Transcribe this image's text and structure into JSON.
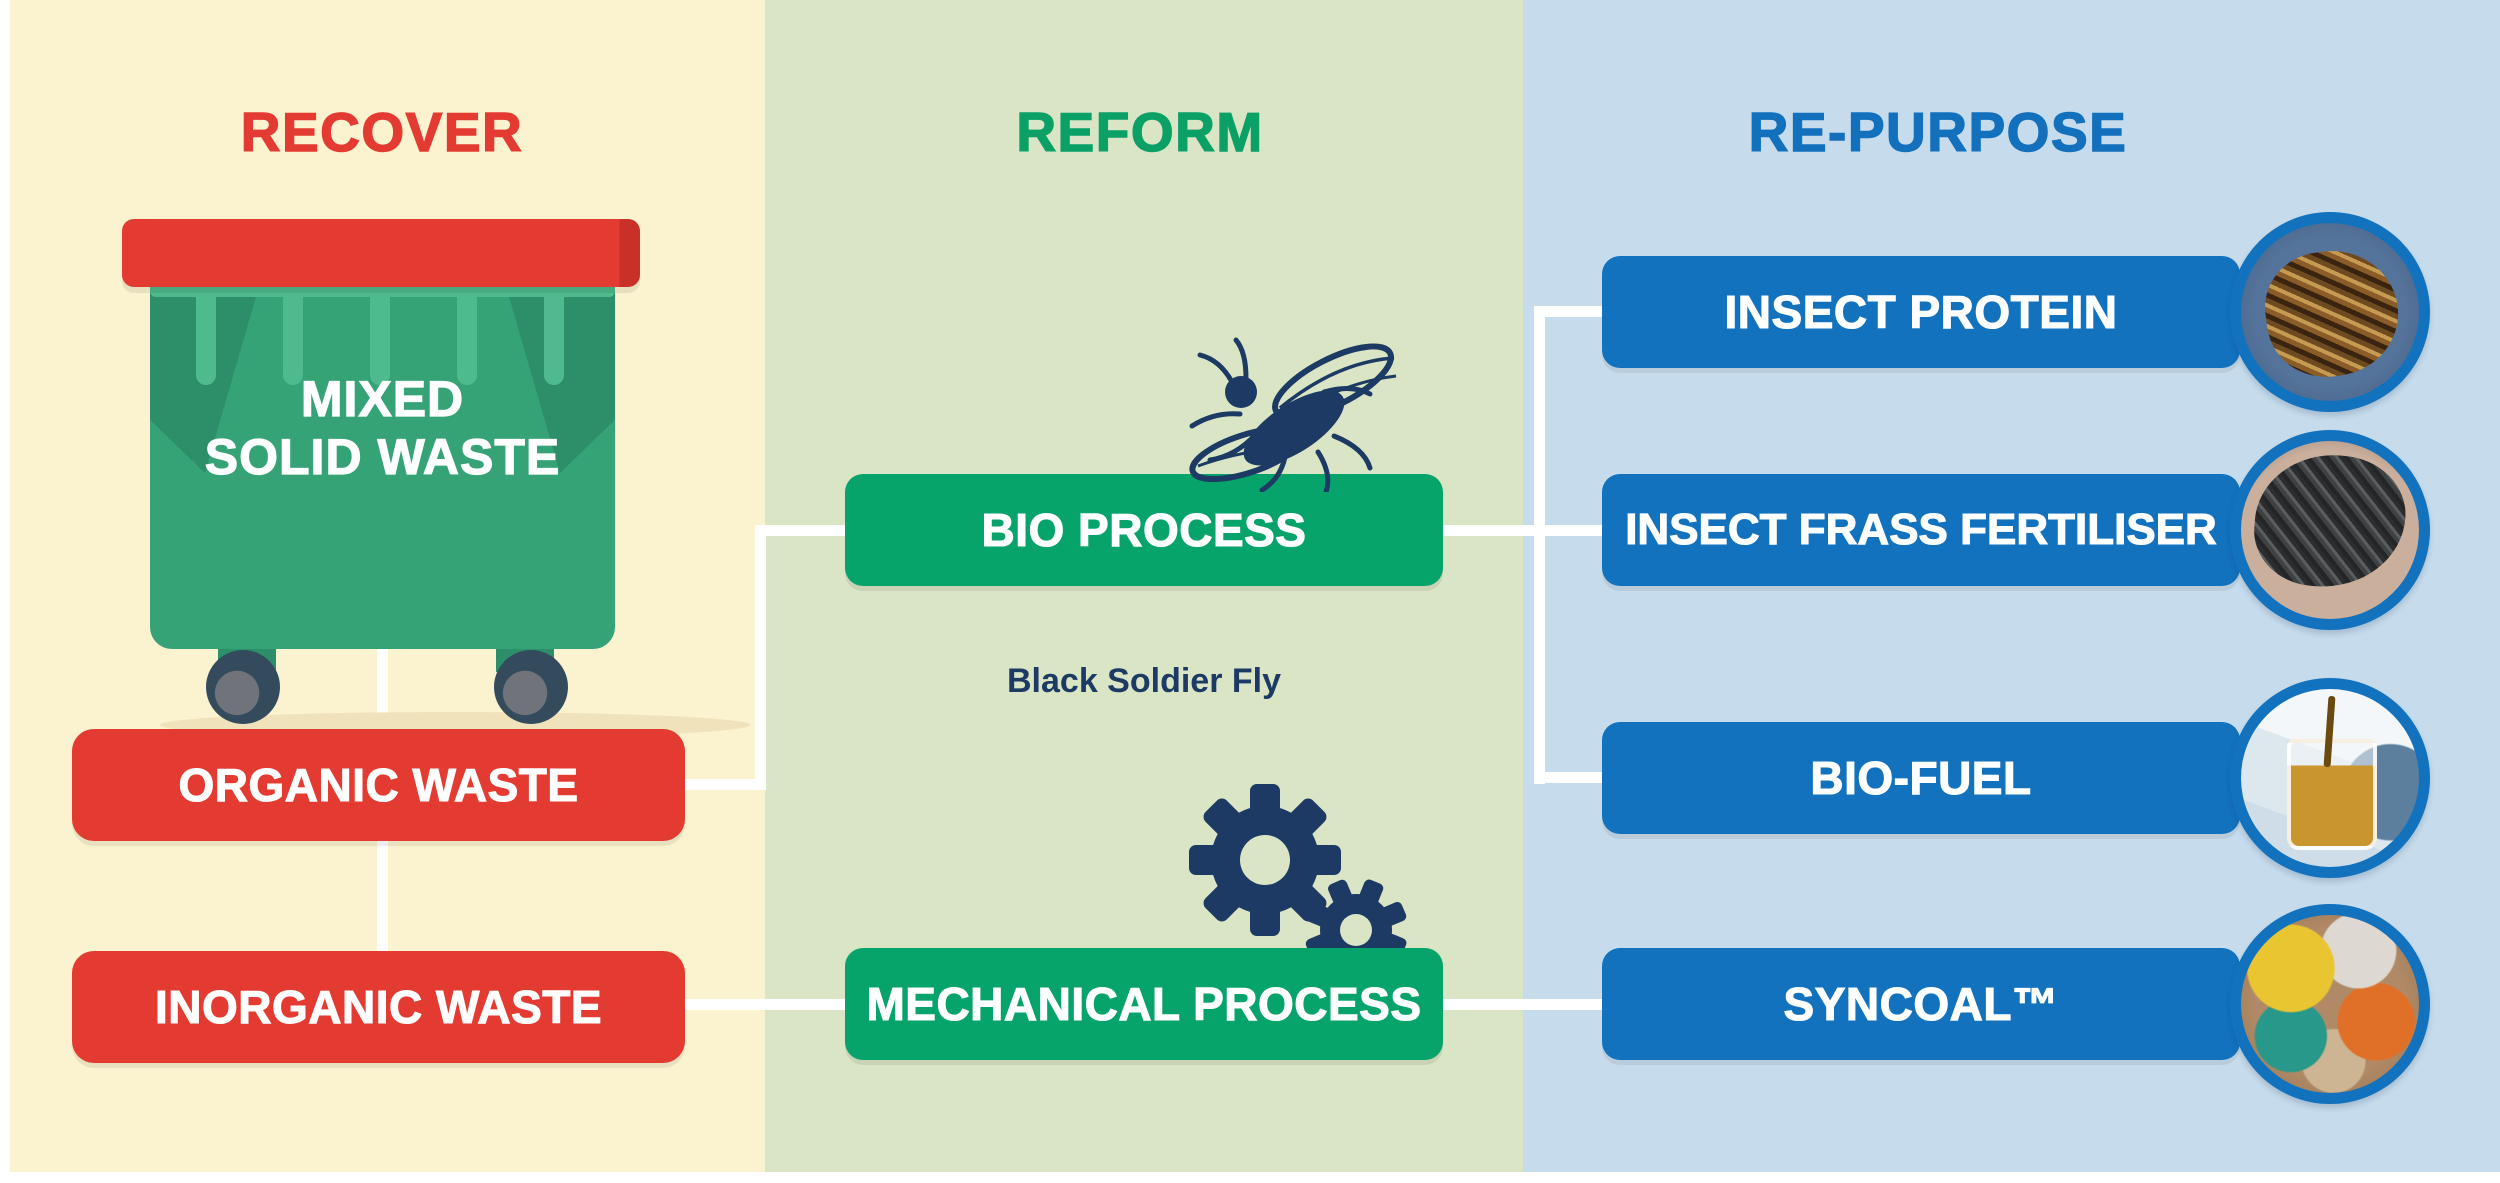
{
  "columns": [
    {
      "title": "RECOVER",
      "color": "#E33B32",
      "bg": "#FBF2CF"
    },
    {
      "title": "REFORM",
      "color": "#0AA066",
      "bg": "#D9E5C4"
    },
    {
      "title": "RE-PURPOSE",
      "color": "#1270BC",
      "bg": "#C6DCEC"
    }
  ],
  "bin": {
    "line1": "MIXED",
    "line2": "SOLID WASTE"
  },
  "nodes": {
    "organic": "ORGANIC WASTE",
    "inorganic": "INORGANIC WASTE",
    "bio": "BIO PROCESS",
    "bio_caption": "Black Soldier Fly",
    "mechanical": "MECHANICAL PROCESS",
    "insect_protein": "INSECT PROTEIN",
    "frass": "INSECT FRASS FERTILISER",
    "biofuel": "BIO-FUEL",
    "syncoal": "SYNCOAL™"
  },
  "icons": {
    "fly": "black-soldier-fly-icon",
    "gears": "gears-icon",
    "bin": "waste-bin-illustration"
  },
  "photos": {
    "insect_protein": "dried black soldier fly larvae",
    "frass": "hands holding dark insect frass",
    "biofuel": "beaker of amber bio-fuel being poured",
    "syncoal": "colourful painted syncoal briquettes"
  },
  "flow": {
    "edges": [
      [
        "MIXED SOLID WASTE",
        "ORGANIC WASTE"
      ],
      [
        "MIXED SOLID WASTE",
        "INORGANIC WASTE"
      ],
      [
        "ORGANIC WASTE",
        "BIO PROCESS"
      ],
      [
        "INORGANIC WASTE",
        "MECHANICAL PROCESS"
      ],
      [
        "BIO PROCESS",
        "INSECT PROTEIN"
      ],
      [
        "BIO PROCESS",
        "INSECT FRASS FERTILISER"
      ],
      [
        "BIO PROCESS",
        "BIO-FUEL"
      ],
      [
        "MECHANICAL PROCESS",
        "SYNCOAL™"
      ]
    ]
  },
  "palette": {
    "red": "#E33B32",
    "process_green": "#06A36B",
    "output_blue": "#1272BE",
    "navy": "#1C3A63",
    "cream_bg": "#FBF2CF",
    "green_bg": "#D9E5C4",
    "blue_bg": "#C6DCEC",
    "line_white": "#FFFFFF",
    "bin_green": "#36A377"
  }
}
